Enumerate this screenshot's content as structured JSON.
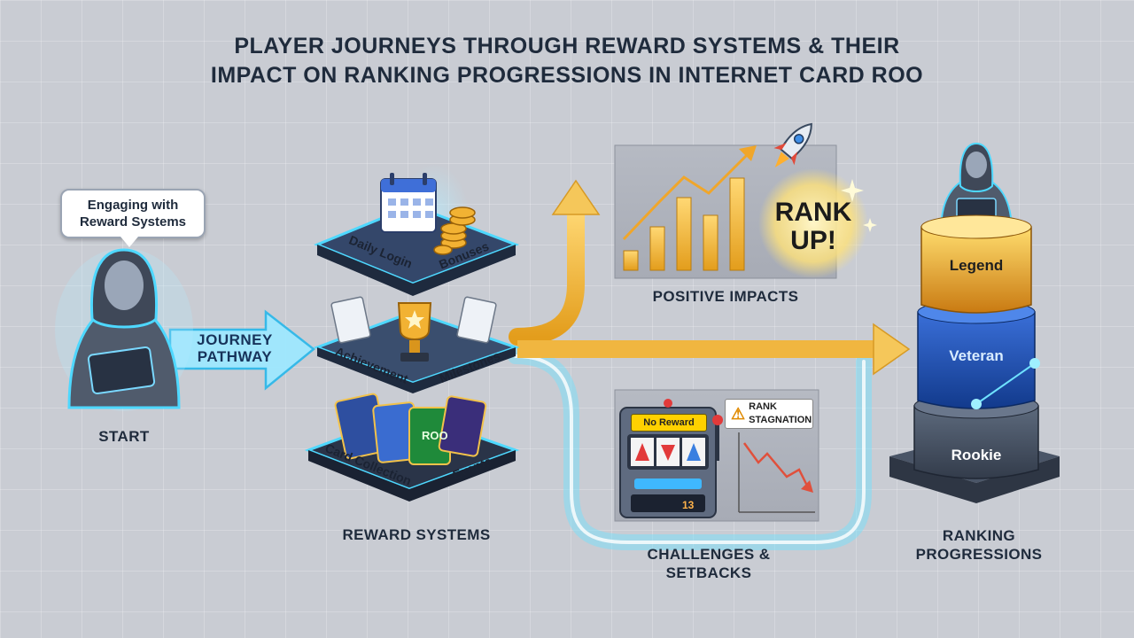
{
  "title": {
    "line1": "PLAYER JOURNEYS THROUGH REWARD SYSTEMS & THEIR",
    "line2": "IMPACT ON RANKING PROGRESSIONS IN INTERNET CARD ROO"
  },
  "start": {
    "speech_line1": "Engaging with",
    "speech_line2": "Reward Systems",
    "label": "START"
  },
  "journey_arrow": {
    "line1": "JOURNEY",
    "line2": "PATHWAY"
  },
  "reward_systems": {
    "label": "REWARD SYSTEMS",
    "tiers": [
      {
        "left": "Daily Login",
        "right": "Bonuses"
      },
      {
        "left": "Achievement",
        "right": "Milestones"
      },
      {
        "left": "Card Collection",
        "right": "Events"
      }
    ],
    "card_text": "ROO"
  },
  "positive": {
    "label": "POSITIVE IMPACTS",
    "badge_line1": "RANK",
    "badge_line2": "UP!"
  },
  "challenges": {
    "label_line1": "CHALLENGES &",
    "label_line2": "SETBACKS",
    "slot_sign": "No Reward",
    "warning_icon": "⚠",
    "warning_line1": "RANK",
    "warning_line2": "STAGNATION",
    "slot_counter": "13"
  },
  "ranking": {
    "label_line1": "RANKING",
    "label_line2": "PROGRESSIONS",
    "tiers": [
      "Legend",
      "Veteran",
      "Rookie"
    ]
  },
  "colors": {
    "gold": "#f2b233",
    "cyan": "#3fd3ff",
    "navy": "#1f2b3c",
    "red_trend": "#e0503c"
  }
}
